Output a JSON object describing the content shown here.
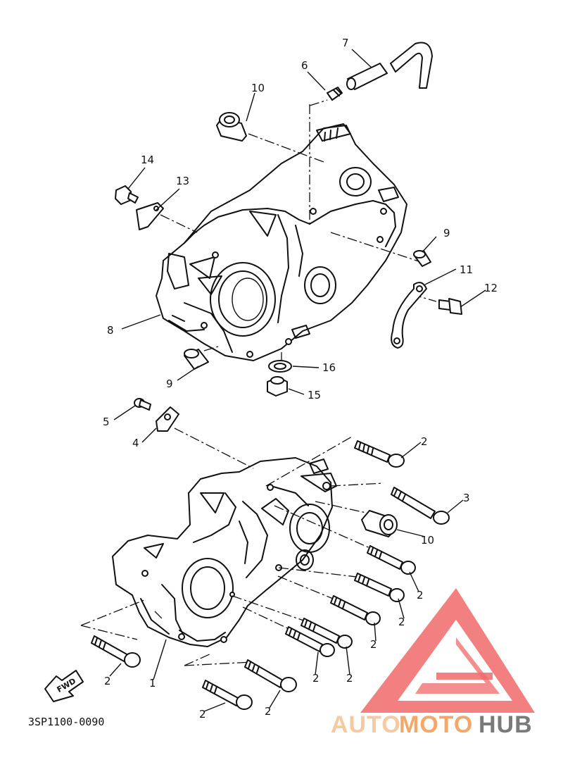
{
  "callouts": {
    "c1": "1",
    "c2": "2",
    "c3": "3",
    "c4": "4",
    "c5": "5",
    "c6": "6",
    "c7": "7",
    "c8": "8",
    "c9": "9",
    "c10": "10",
    "c11": "11",
    "c12": "12",
    "c13": "13",
    "c14": "14",
    "c15": "15",
    "c16": "16"
  },
  "diagram_code": "3SP1100-0090",
  "fwd_label": "FWD",
  "watermark": {
    "part1": "AUTO",
    "part2": "MOTO",
    "part3": "HUB",
    "colors": {
      "light": "#f7c9a0",
      "orange": "#f2a86b",
      "gray": "#7a7a7a",
      "triangle": "#f06a6a"
    }
  }
}
